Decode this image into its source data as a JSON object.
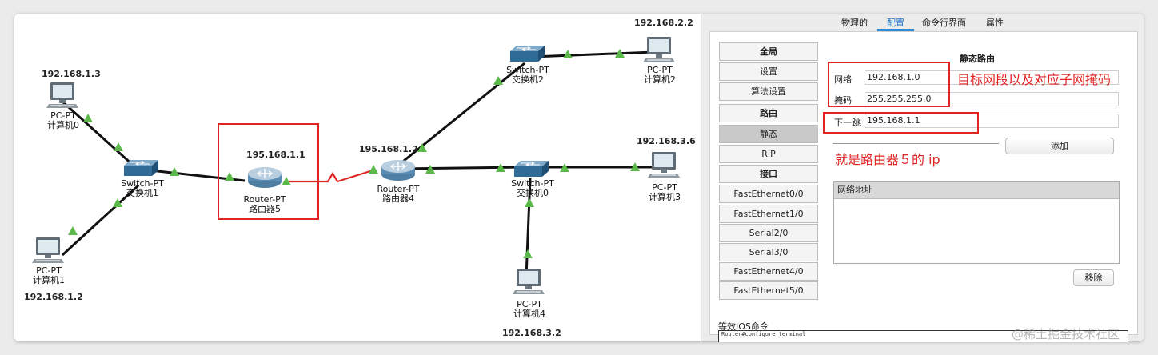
{
  "topology": {
    "devices": {
      "pc0": {
        "type": "PC-PT",
        "name": "计算机0",
        "ip": "192.168.1.3"
      },
      "pc1": {
        "type": "PC-PT",
        "name": "计算机1",
        "ip": "192.168.1.2"
      },
      "sw1": {
        "type": "Switch-PT",
        "name": "交换机1"
      },
      "r5": {
        "type": "Router-PT",
        "name": "路由器5",
        "ip": "195.168.1.1"
      },
      "r4": {
        "type": "Router-PT",
        "name": "路由器4",
        "ip": "195.168.1.2"
      },
      "sw2": {
        "type": "Switch-PT",
        "name": "交换机2"
      },
      "pc2": {
        "type": "PC-PT",
        "name": "计算机2",
        "ip": "192.168.2.2"
      },
      "sw0": {
        "type": "Switch-PT",
        "name": "交换机0"
      },
      "pc3": {
        "type": "PC-PT",
        "name": "计算机3",
        "ip": "192.168.3.6"
      },
      "pc4": {
        "type": "PC-PT",
        "name": "计算机4",
        "ip": "192.168.3.2"
      }
    }
  },
  "panel": {
    "tabs": [
      "物理的",
      "配置",
      "命令行界面",
      "属性"
    ],
    "active_tab": "配置",
    "menu": [
      {
        "label": "全局",
        "header": true
      },
      {
        "label": "设置"
      },
      {
        "label": "算法设置"
      },
      {
        "label": "路由",
        "header": true
      },
      {
        "label": "静态",
        "selected": true
      },
      {
        "label": "RIP"
      },
      {
        "label": "接口",
        "header": true
      },
      {
        "label": "FastEthernet0/0"
      },
      {
        "label": "FastEthernet1/0"
      },
      {
        "label": "Serial2/0"
      },
      {
        "label": "Serial3/0"
      },
      {
        "label": "FastEthernet4/0"
      },
      {
        "label": "FastEthernet5/0"
      }
    ],
    "static_route": {
      "title": "静态路由",
      "network_label": "网络",
      "network_value": "192.168.1.0",
      "mask_label": "掩码",
      "mask_value": "255.255.255.0",
      "nexthop_label": "下一跳",
      "nexthop_value": "195.168.1.1",
      "add_button": "添加",
      "list_header": "网络地址",
      "remove_button": "移除"
    },
    "ios_label": "等效IOS命令",
    "ios_text": "Router#configure terminal"
  },
  "annotations": {
    "note1": "目标网段以及对应子网掩码",
    "note2": "就是路由器５的 ip",
    "color": "#e02424"
  },
  "watermark": "@稀土掘金技术社区",
  "colors": {
    "link": "#111111",
    "serial_link": "#e02424",
    "link_up": "#5bb94a",
    "switch": "#4a7fa8",
    "router": "#8aa9c4"
  }
}
